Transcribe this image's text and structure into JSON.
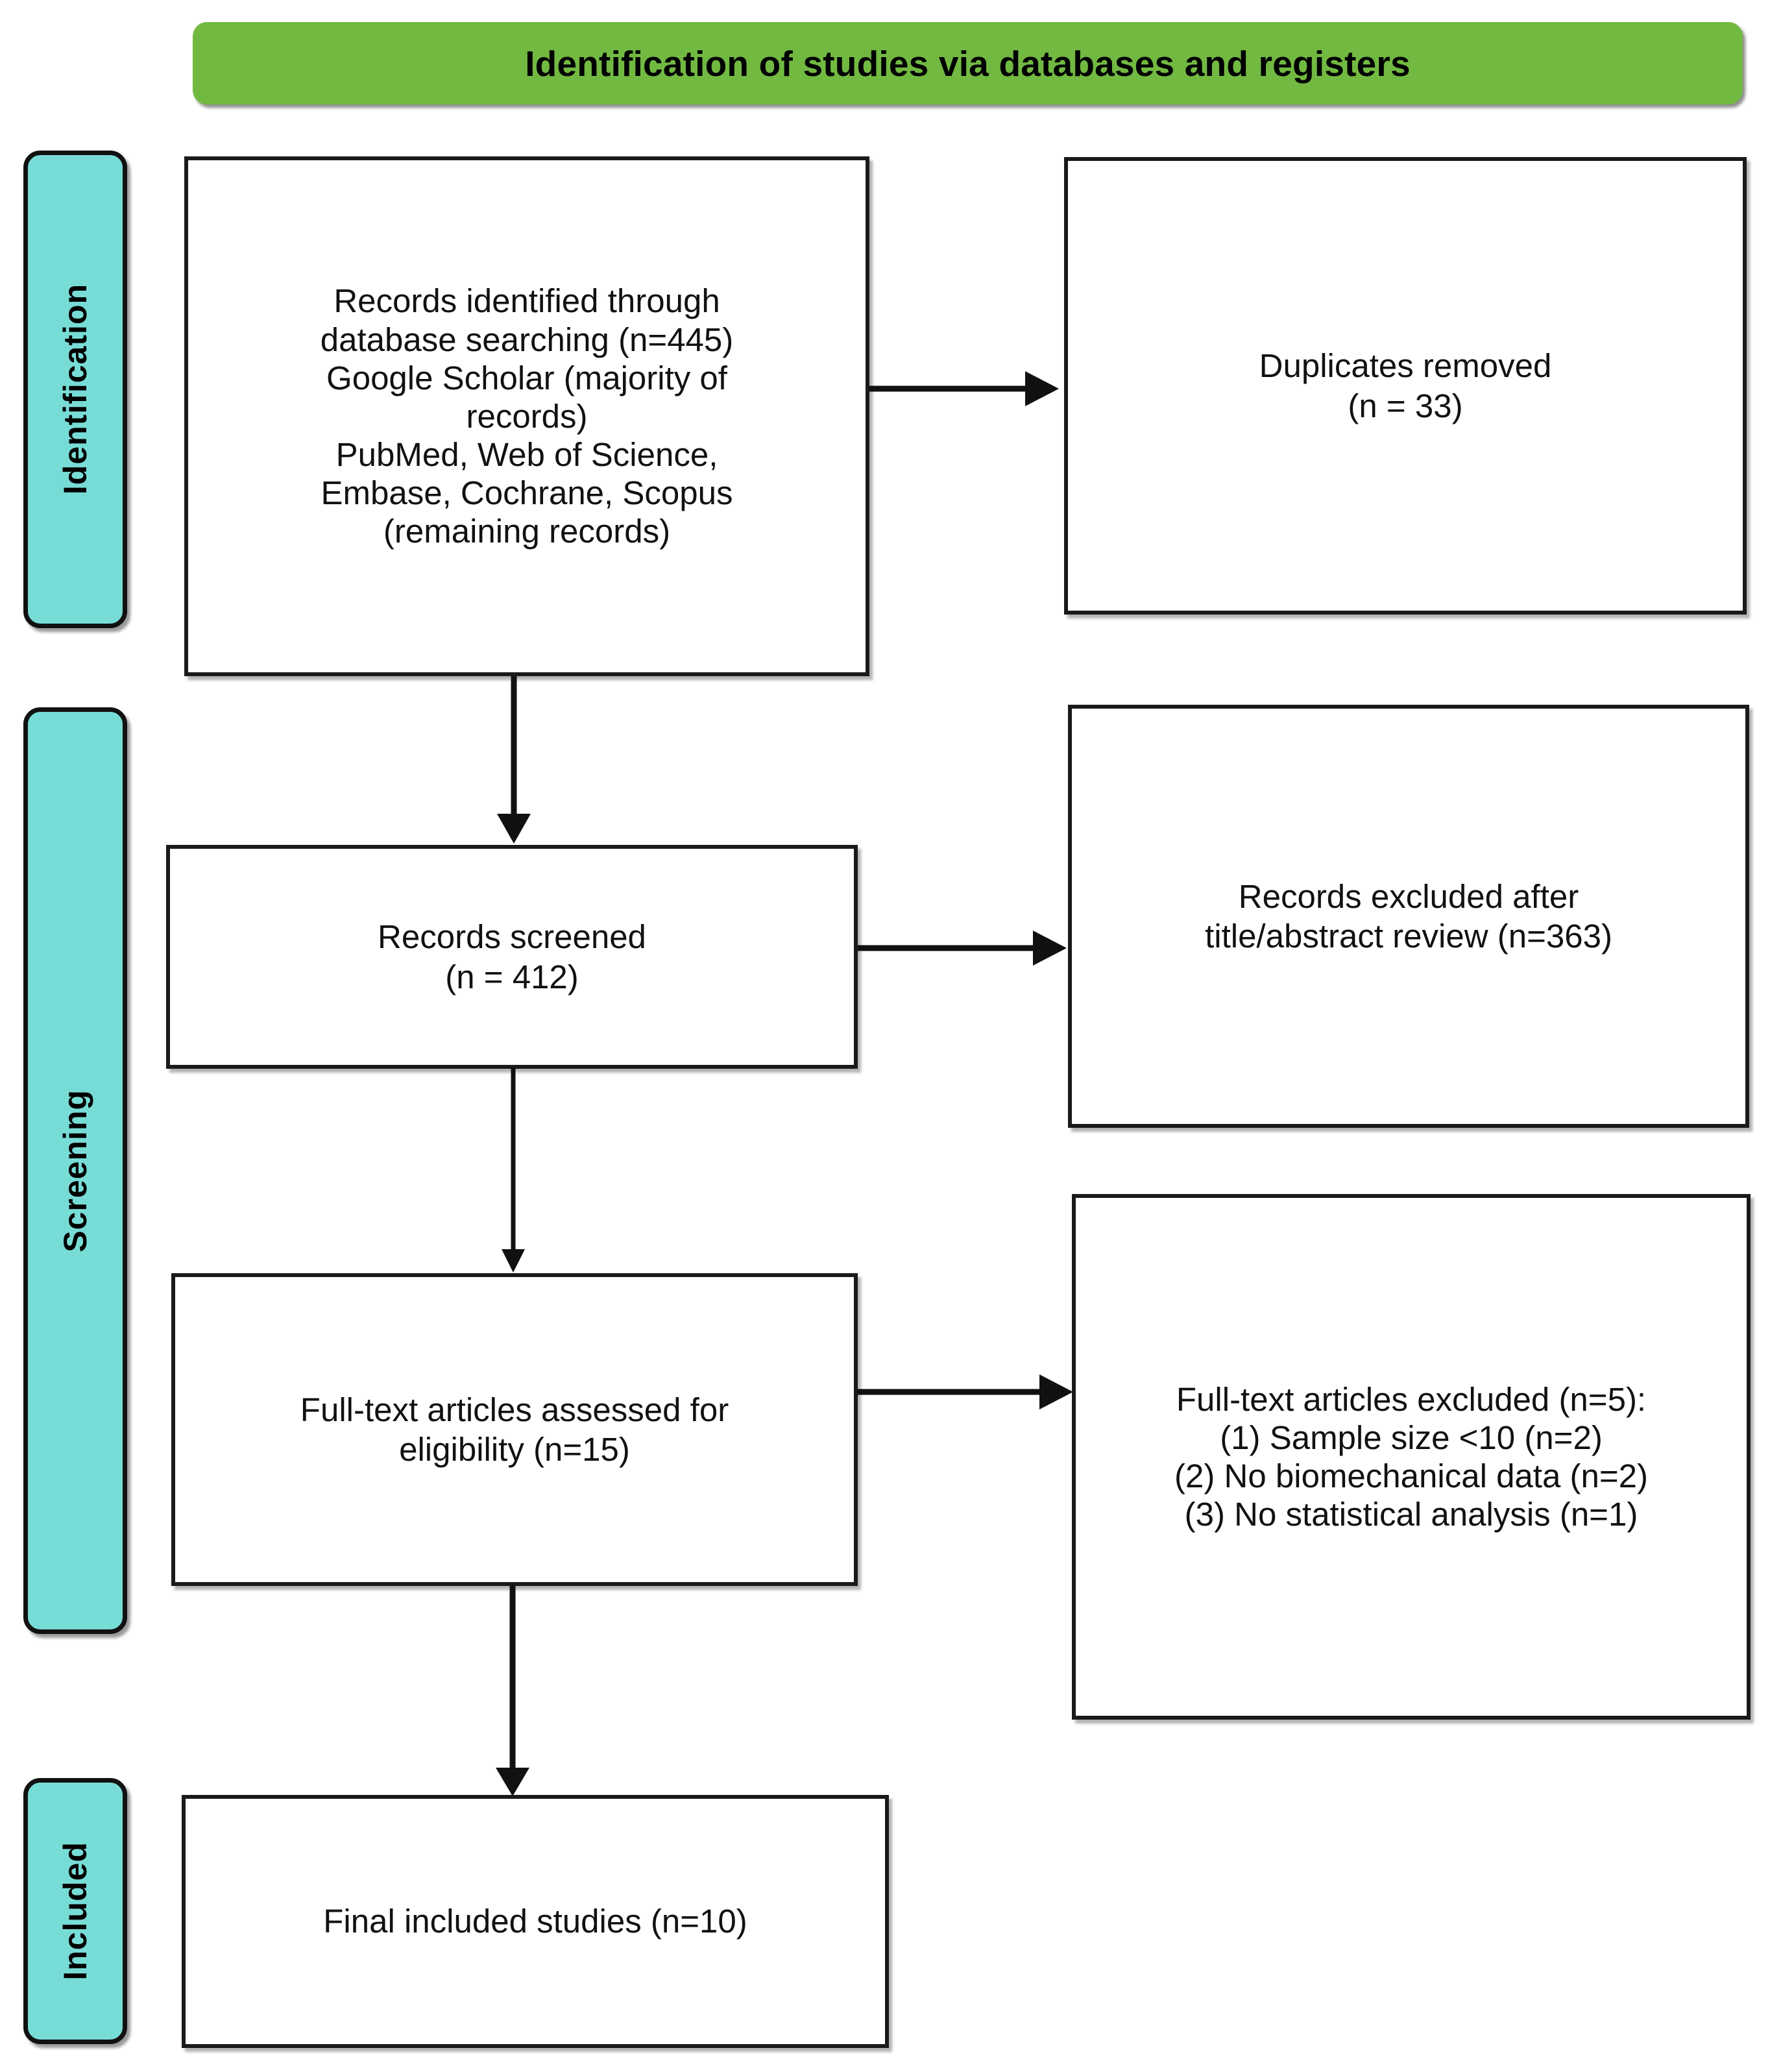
{
  "banner": {
    "title": "Identification of studies via databases and registers",
    "color": "#72b942"
  },
  "rails": [
    {
      "id": "identification",
      "label": "Identification"
    },
    {
      "id": "screening",
      "label": "Screening"
    },
    {
      "id": "included",
      "label": "Included"
    }
  ],
  "rail_color": "#78dcd6",
  "boxes": {
    "records_identified": {
      "text": "Records identified through\ndatabase searching (n=445)\nGoogle Scholar (majority of\nrecords)\nPubMed, Web of Science,\nEmbase, Cochrane, Scopus\n(remaining records)"
    },
    "duplicates_removed": {
      "text": "Duplicates removed\n(n = 33)"
    },
    "records_screened": {
      "text": "Records screened\n(n = 412)"
    },
    "records_excluded": {
      "text": "Records excluded after\ntitle/abstract review (n=363)"
    },
    "fulltext_assessed": {
      "text": "Full-text articles assessed for\neligibility (n=15)"
    },
    "fulltext_excluded": {
      "text": "Full-text articles excluded (n=5):\n  (1)    Sample size <10 (n=2)\n(2) No biomechanical data (n=2)\n(3) No statistical analysis (n=1)"
    },
    "final_included": {
      "text": "Final included studies (n=10)"
    }
  },
  "chart_data": {
    "type": "table",
    "title": "Identification of studies via databases and registers",
    "stages": [
      "Identification",
      "Screening",
      "Included"
    ],
    "nodes": [
      {
        "stage": "Identification",
        "label": "Records identified through database searching",
        "n": 445
      },
      {
        "stage": "Identification",
        "label": "Google Scholar (majority of records)",
        "n": null
      },
      {
        "stage": "Identification",
        "label": "PubMed, Web of Science, Embase, Cochrane, Scopus (remaining records)",
        "n": null
      },
      {
        "stage": "Identification",
        "label": "Duplicates removed",
        "n": 33
      },
      {
        "stage": "Screening",
        "label": "Records screened",
        "n": 412
      },
      {
        "stage": "Screening",
        "label": "Records excluded after title/abstract review",
        "n": 363
      },
      {
        "stage": "Screening",
        "label": "Full-text articles assessed for eligibility",
        "n": 15
      },
      {
        "stage": "Screening",
        "label": "Full-text articles excluded",
        "n": 5
      },
      {
        "stage": "Screening",
        "label": "(1) Sample size <10",
        "n": 2
      },
      {
        "stage": "Screening",
        "label": "(2) No biomechanical data",
        "n": 2
      },
      {
        "stage": "Screening",
        "label": "(3) No statistical analysis",
        "n": 1
      },
      {
        "stage": "Included",
        "label": "Final included studies",
        "n": 10
      }
    ]
  }
}
